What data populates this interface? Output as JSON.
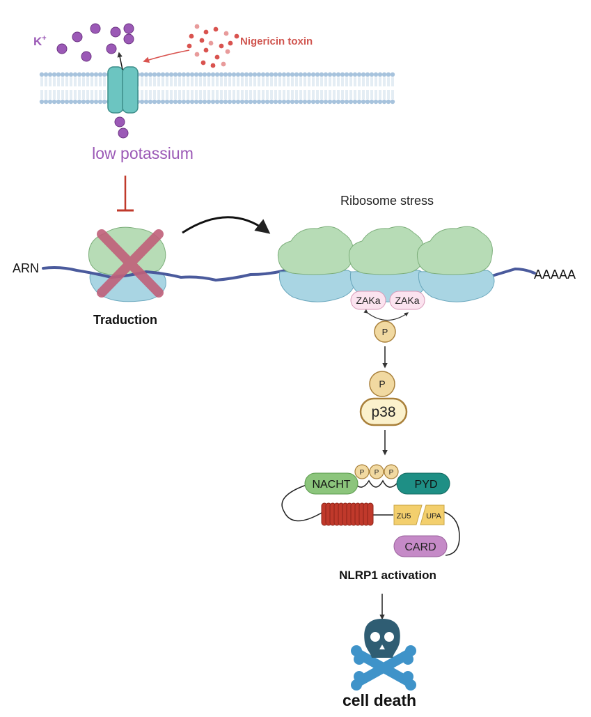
{
  "labels": {
    "ion": "K",
    "ion_charge": "+",
    "toxin": "Nigericin toxin",
    "low_potassium": "low potassium",
    "ribosome_stress": "Ribosome stress",
    "rna_start": "ARN",
    "rna_end": "AAAAA",
    "translation": "Traduction",
    "zak_left": "ZAKa",
    "zak_right": "ZAKa",
    "phospho": "P",
    "p38": "p38",
    "nacht": "NACHT",
    "pyd": "PYD",
    "zu5": "ZU5",
    "upa": "UPA",
    "card": "CARD",
    "nlrp1_activation": "NLRP1 activation",
    "cell_death": "cell death"
  },
  "colors": {
    "ion": "#9b59b6",
    "toxin": "#d9534f",
    "membrane": "#a7c3dd",
    "channel": "#6cc5c1",
    "ribosome_large": "#b7dcb6",
    "ribosome_small": "#a9d5e3",
    "rna": "#4a5a9c",
    "inhibit": "#c0392b",
    "cross": "#c0607a",
    "phospho": "#f1d9a1",
    "nacht": "#8cc57c",
    "pyd": "#1e8f85",
    "lrr": "#c0392b",
    "card": "#c58ac7",
    "skull": "#2f5d73",
    "bones": "#3f93c9"
  }
}
